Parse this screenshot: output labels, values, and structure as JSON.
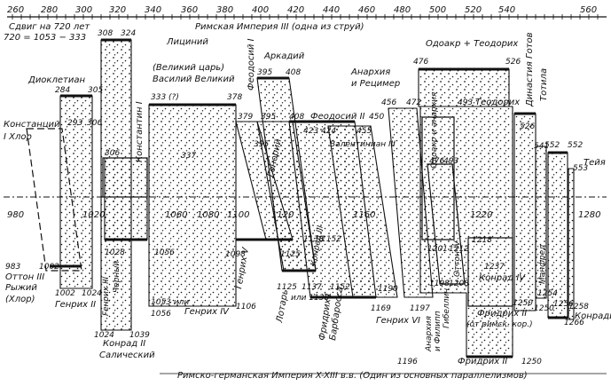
{
  "top_axis": {
    "ticks": [
      "260",
      "280",
      "300",
      "320",
      "340",
      "360",
      "380",
      "400",
      "420",
      "440",
      "460",
      "480",
      "500",
      "520",
      "540",
      "560"
    ],
    "shift_note_line1": "Сдвиг на 720 лет",
    "shift_note_line2": "720 = 1053 − 333",
    "title": "Римская Империя III (одна из струй)"
  },
  "middle_axis": {
    "ticks": [
      "980",
      "1020",
      "1060",
      "1080",
      "1100",
      "1120",
      "1160",
      "1220",
      "1280"
    ]
  },
  "bottom_axis": {
    "title": "Римско-германская Империя X-XIII в.в. (Один из основных параллелизмов)"
  },
  "roman_labels": {
    "diocletian": "Диоклетиан",
    "constantius": "Констанций",
    "constantius_2": "I Хлор",
    "licinius": "Лициний",
    "constantine": "Константин I",
    "great_king": "(Великий царь)",
    "basil": "Василий Великий",
    "theodosius1": "Феодосий I",
    "arcadius": "Аркадий",
    "honorius": "Гонорий",
    "theodosius2": "Феодосий II",
    "anarchy": "Анархия",
    "anarchy_2": "и Рецимер",
    "valentinian": "Валентиниан III",
    "odoacer": "Одоакр + Теодорих",
    "odoacer_anarchy": "Одоакр и анархия",
    "theodoric": "Теодорих",
    "goth": "Династия Готов",
    "totila": "Тотила",
    "teia": "Тейя"
  },
  "roman_numbers": {
    "n308": "308",
    "n324": "324",
    "n284": "284",
    "n305": "305",
    "n293": "293",
    "n306a": "306",
    "n306b": "306",
    "n337": "337",
    "n333": "333 (?)",
    "n378": "378",
    "n379": "379",
    "n395a": "395",
    "n408a": "408",
    "n395b": "395",
    "n395c": "395",
    "n408b": "408",
    "n423": "423",
    "n424": "424",
    "n450": "450",
    "n455": "455",
    "n456": "456",
    "n472": "472",
    "n476a": "476",
    "n476b": "476",
    "n493a": "493",
    "n493b": "493",
    "n526a": "526",
    "n526b": "526",
    "n541": "541",
    "n552a": "552",
    "n552b": "552",
    "n553": "553"
  },
  "german_labels": {
    "otto3": "Оттон III",
    "otto3_2": "Рыжий",
    "otto3_3": "(Хлор)",
    "henry2": "Генрих II",
    "henry3": "Генрих III",
    "henry3_2": "Черный",
    "conrad2": "Конрад II",
    "conrad2_2": "Салический",
    "henry4": "Генрих IV",
    "henry5": "Генрих V",
    "lothar": "Лотарь",
    "conrad3": "Конрад III",
    "barbarossa": "Фридрих I",
    "barbarossa_2": "Барбаросса",
    "henry6": "Генрих VI",
    "anarchy_ph": "Анархия",
    "anarchy_ph_2": "и Филипп",
    "ghibellin": "Гибеллин",
    "otto4": "Оттон IV",
    "frederick2": "Фридрих II",
    "frederick2b": "Фридрих II",
    "frederick2b_2": "(от римск. кор.)",
    "conrad4": "Конрад IV",
    "manfred": "Манфред",
    "conradin": "Конрадин"
  },
  "german_numbers": {
    "n983": "983",
    "n1002a": "1002",
    "n1002b": "1002",
    "n1024a": "1024",
    "n1024b": "1024",
    "n1028": "1028",
    "n1039": "1039",
    "n1053": "1053 или",
    "n1056a": "1056",
    "n1056b": "1056",
    "n1098": "1098",
    "n1106": "1106",
    "n1125a": "1125",
    "n1125b": "1125",
    "n1137": "1137",
    "n1138a": "1138",
    "n1138b": "или 1138",
    "n1152a": "1152",
    "n1152b": "1152",
    "n1169": "1169",
    "n1190": "1190",
    "n1197": "1197",
    "n1196": "1196",
    "n1198": "1198",
    "n1201": "1201",
    "n1208": "1208",
    "n1212": "1212",
    "n1218": "1218",
    "n1237": "1237",
    "n1250a": "1250",
    "n1250b": "1250",
    "n1250c": "1250",
    "n1254": "1254",
    "n1256": "1256",
    "n1258": "1258",
    "n1266": "1266"
  }
}
